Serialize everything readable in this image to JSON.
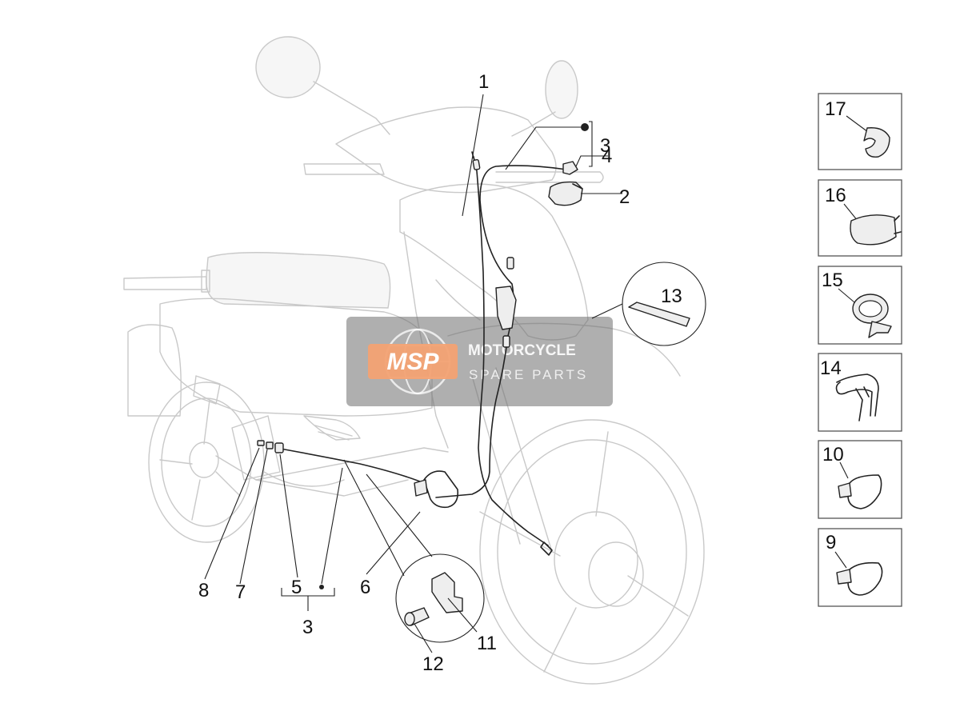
{
  "callouts": {
    "c1": "1",
    "c2": "2",
    "c3_top": "3",
    "c4": "4",
    "c13": "13",
    "c6": "6",
    "c8": "8",
    "c7": "7",
    "c5": "5",
    "c3_bottom": "3",
    "c11": "11",
    "c12": "12"
  },
  "side_boxes": [
    "17",
    "16",
    "15",
    "14",
    "10",
    "9"
  ],
  "watermark": {
    "logo": "MSP",
    "line1": "MOTORCYCLE",
    "line2": "SPARE PARTS"
  },
  "icons": {
    "watermark_globe": "globe-icon"
  }
}
